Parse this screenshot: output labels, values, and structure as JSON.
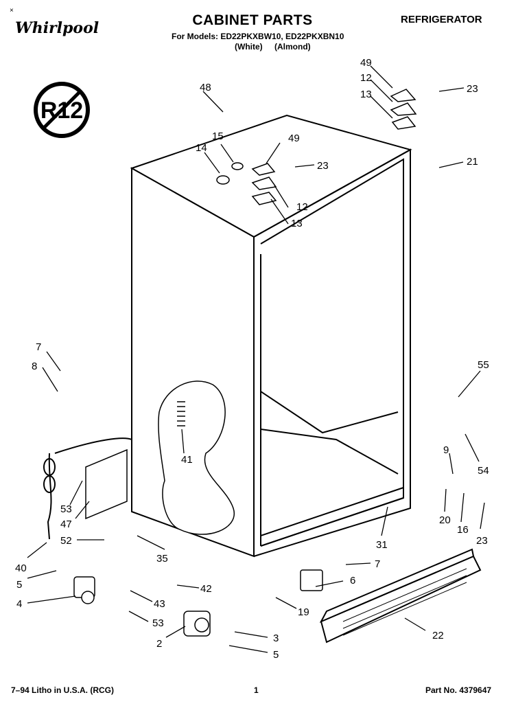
{
  "header": {
    "brand": "Whirlpool",
    "title": "CABINET PARTS",
    "models": "For Models: ED22PKXBW10, ED22PKXBN10",
    "colors": "(White) (Almond)",
    "category": "REFRIGERATOR"
  },
  "badge": {
    "text": "R12"
  },
  "corner_mark": "×",
  "footer": {
    "left": "7–94 Litho in U.S.A. (RCG)",
    "page": "1",
    "part_no": "Part No. 4379647"
  },
  "callouts": [
    "48",
    "15",
    "14",
    "49",
    "23",
    "12",
    "13",
    "49",
    "12",
    "13",
    "23",
    "21",
    "7",
    "8",
    "41",
    "55",
    "9",
    "54",
    "53",
    "47",
    "52",
    "40",
    "35",
    "5",
    "4",
    "42",
    "43",
    "53",
    "2",
    "3",
    "5",
    "31",
    "20",
    "16",
    "23",
    "7",
    "6",
    "19",
    "22"
  ]
}
